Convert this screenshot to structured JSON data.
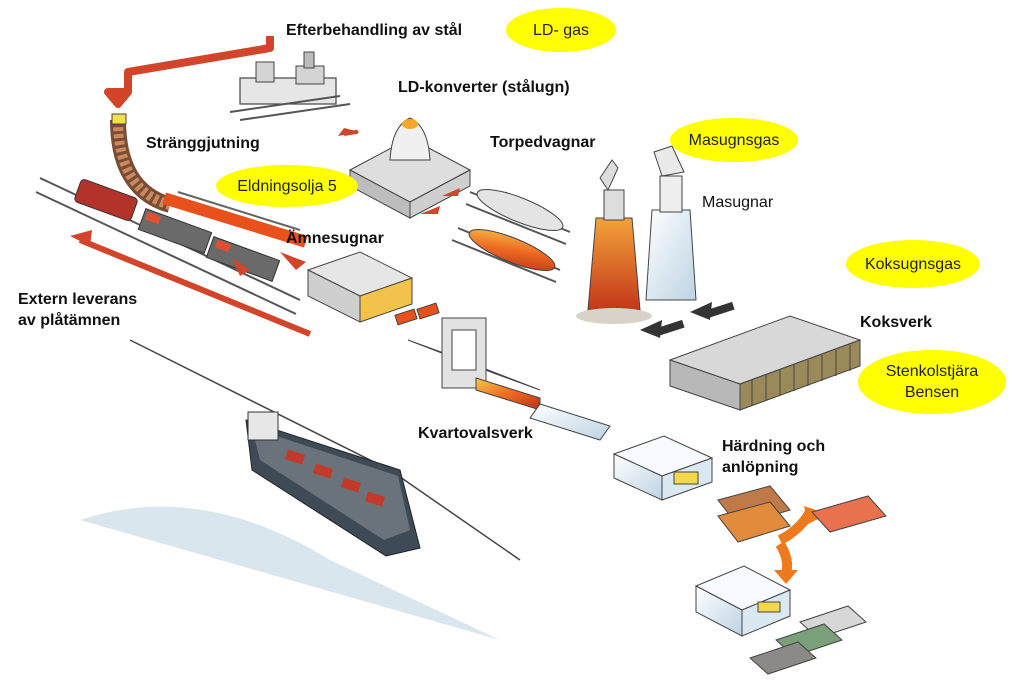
{
  "labels": {
    "efterbehandling": "Efterbehandling av stål",
    "ld_konverter": "LD-konverter (stålugn)",
    "stranggjutning": "Stränggjutning",
    "torpedvagnar": "Torpedvagnar",
    "masugnar": "Masugnar",
    "amnesugnar": "Ämnesugnar",
    "extern_line1": "Extern leverans",
    "extern_line2": "av plåtämnen",
    "koksverk": "Koksverk",
    "kvartovalsverk": "Kvartovalsverk",
    "hardning_line1": "Härdning och",
    "hardning_line2": "anlöpning"
  },
  "highlights": {
    "ld_gas": "LD- gas",
    "masugnsgas": "Masugnsgas",
    "eldningsolja": "Eldningsolja 5",
    "koksugnsgas": "Koksugnsgas",
    "stenkolstjara_line1": "Stenkolstjära",
    "stenkolstjara_line2": "Bensen"
  },
  "colors": {
    "highlight": "#ffff00",
    "hot_steel": "#e8501c",
    "arrow_red": "#d2452a",
    "arrow_dark": "#333333",
    "water": "#c9dbe6",
    "ship_hull": "#3e4a55"
  }
}
